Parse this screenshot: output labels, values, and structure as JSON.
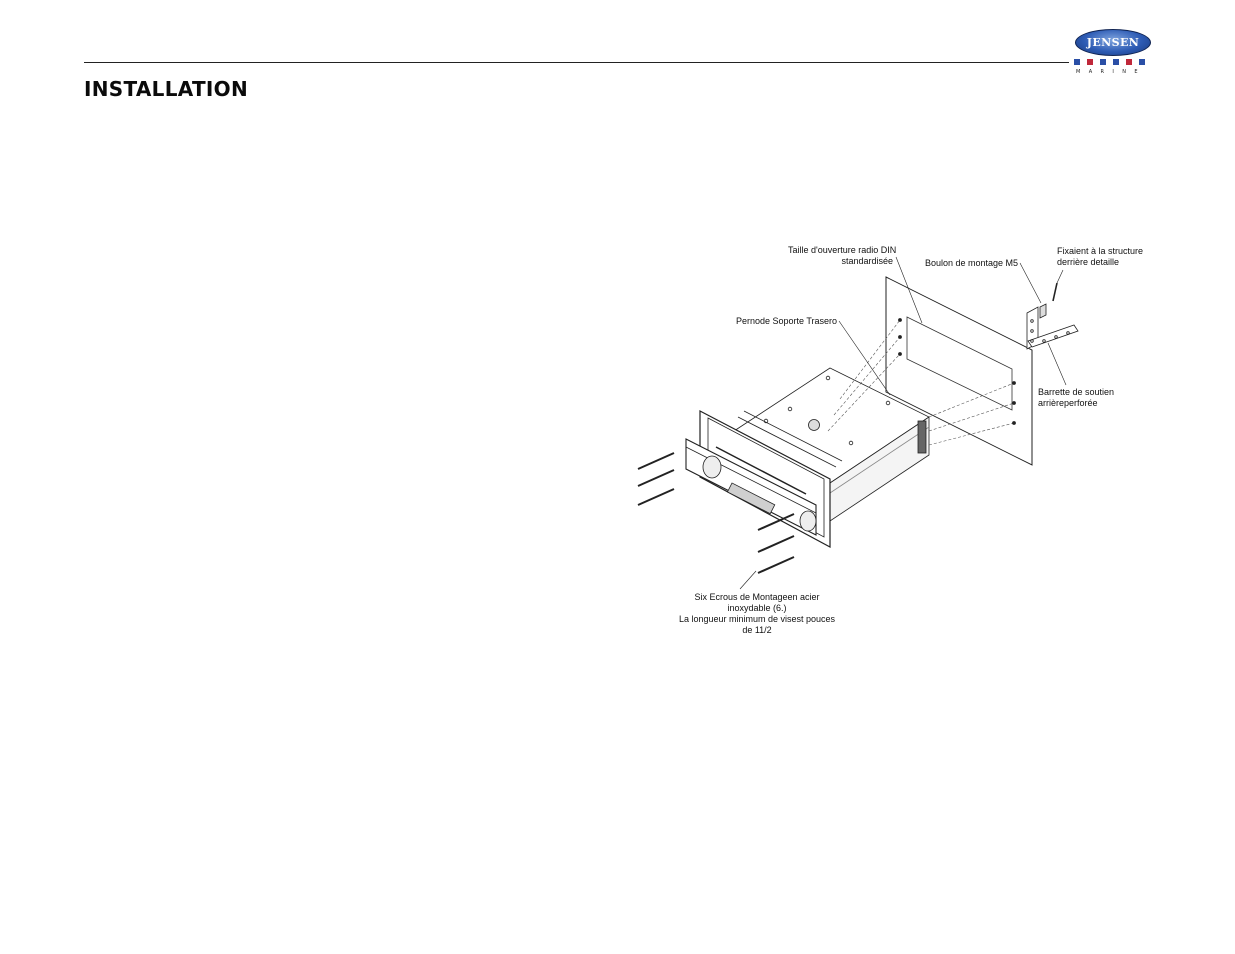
{
  "header": {
    "title": "INSTALLATION",
    "logo": {
      "brand": "JENSEN",
      "sub": "MARINE",
      "square_colors": [
        "#2a4fa6",
        "#c0283a",
        "#2a4fa6",
        "#2a4fa6",
        "#c0283a",
        "#2a4fa6"
      ]
    }
  },
  "diagram": {
    "labels": {
      "din_opening": [
        "Taille d'ouverture radio DIN",
        "standardisée"
      ],
      "bolt": "Boulon de montage M5",
      "fix": [
        "Fixaient à la structure",
        "derrière detaille"
      ],
      "rear_support": "Pernode Soporte Trasero",
      "strap": [
        "Barrette de soutien",
        "arrièreperforée"
      ],
      "screws": [
        "Six Ecrous de Montageen acier",
        "inoxydable (6.)",
        "La longueur minimum de visest pouces",
        "de 11/2"
      ]
    }
  }
}
